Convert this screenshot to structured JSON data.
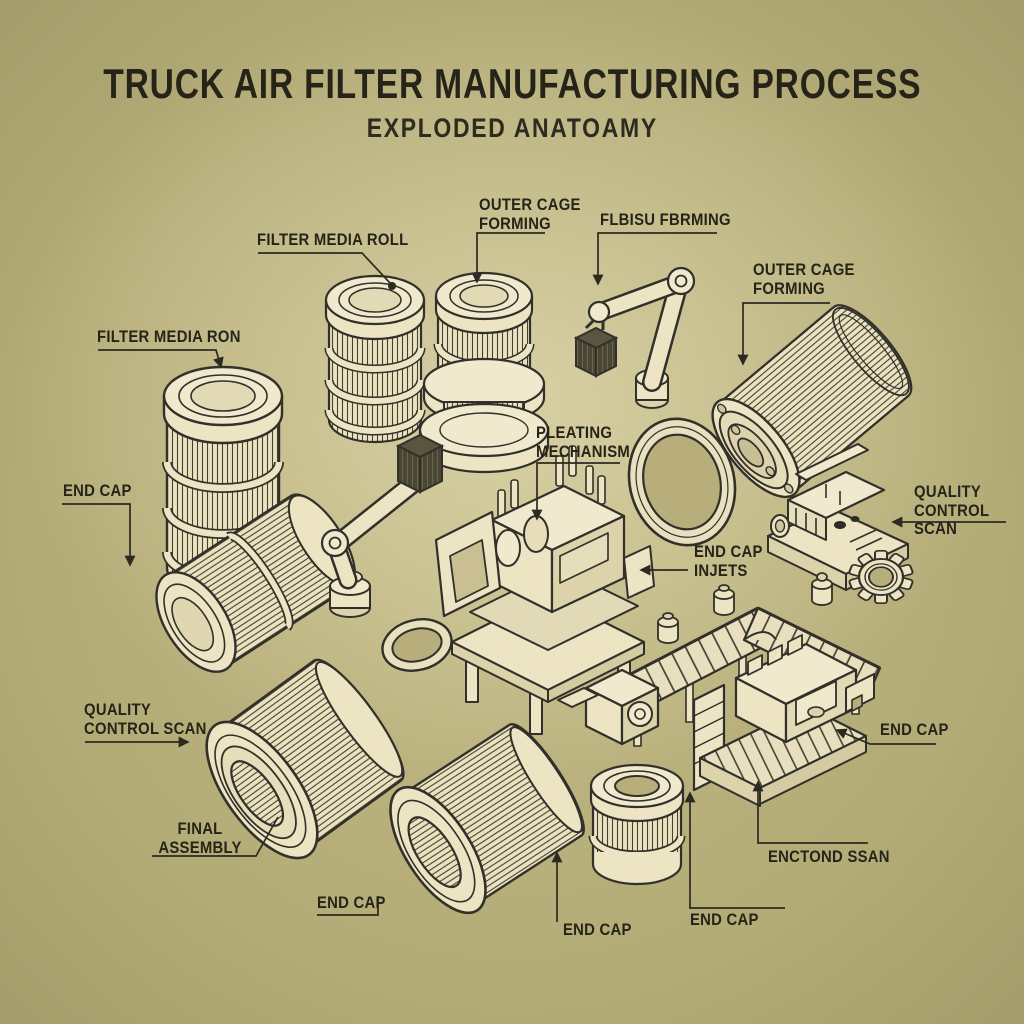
{
  "title": "TRUCK AIR FILTER MANUFACTURING PROCESS",
  "subtitle": "EXPLODED ANATOAMY",
  "labels": {
    "filter_media_roll": "FILTER MEDIA ROLL",
    "outer_cage_forming_top": "OUTER CAGE\nFORMING",
    "flbisu_forming": "FLBISU FBRMING",
    "outer_cage_forming_right": "OUTER CAGE\nFORMING",
    "filter_media_ron": "FILTER MEDIA RON",
    "end_cap_left": "END CAP",
    "pleating_mechanism": "PLEATING\nMECHANISM",
    "end_cap_injets": "END CAP\nINJETS",
    "quality_control_scan_right": "QUALITY\nCONTROL SCAN",
    "end_cap_right": "END CAP",
    "enctond_ssan": "ENCTOND SSAN",
    "end_cap_bottom_right": "END CAP",
    "quality_control_scan_left": "QUALITY\nCONTROL SCAN",
    "final_assembly": "FINAL\nASSEMBLY",
    "end_cap_bottom_left": "END CAP",
    "end_cap_bottom_mid": "END CAP"
  },
  "colors": {
    "background": "#b3ab76",
    "ink": "#2c2a21",
    "cream": "#ece4c3",
    "media_dark": "#4a4634"
  }
}
